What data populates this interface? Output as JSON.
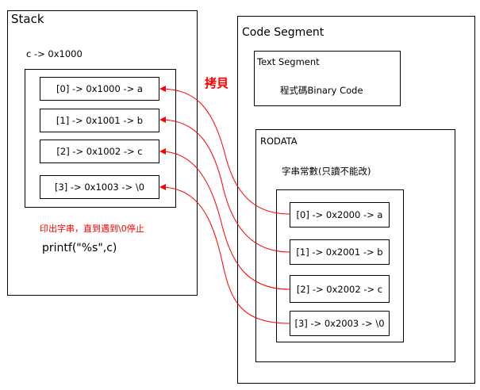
{
  "stack": {
    "title": "Stack",
    "pointer_label": "c -> 0x1000",
    "cells": [
      "[0] -> 0x1000 -> a",
      "[1] -> 0x1001 -> b",
      "[2] -> 0x1002 -> c",
      "[3] -> 0x1003 -> \\0"
    ],
    "note": "印出字串，直到遇到\\0停止",
    "code": "printf(\"%s\",c)"
  },
  "code_segment": {
    "title": "Code Segment",
    "text_segment": {
      "title": "Text Segment",
      "desc": "程式碼Binary Code"
    },
    "rodata": {
      "title": "RODATA",
      "desc": "字串常數(只讀不能改)",
      "cells": [
        "[0] -> 0x2000 -> a",
        "[1] -> 0x2001 -> b",
        "[2] -> 0x2002 -> c",
        "[3] -> 0x2003 -> \\0"
      ]
    }
  },
  "copy_label": "拷貝",
  "colors": {
    "accent": "#ff0000",
    "border": "#000000"
  }
}
